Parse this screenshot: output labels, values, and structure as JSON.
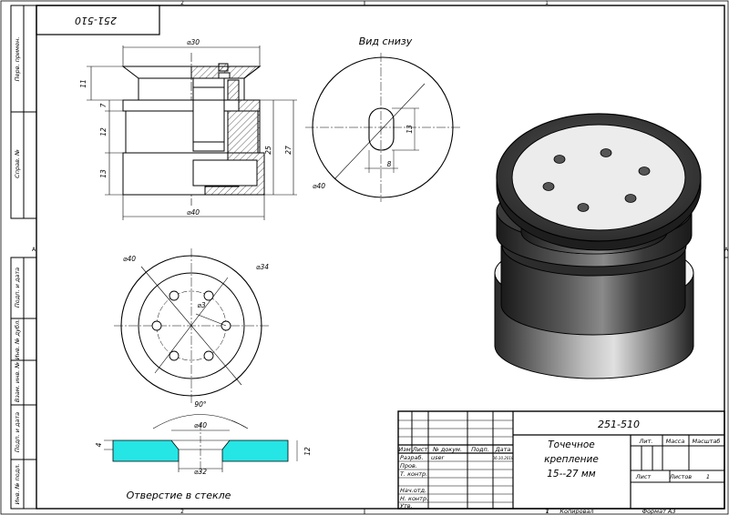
{
  "sheet": {
    "zone_top_left": "2",
    "zone_top_right": "1",
    "zone_bottom_left": "2",
    "zone_bottom_right": "1",
    "zone_left_a": "A",
    "zone_right_a": "A",
    "rotated_code": "251-510"
  },
  "left_strip": {
    "labels": [
      "Перв. примен.",
      "Справ. №",
      "Подп. и дата",
      "Инв. № дубл.",
      "Взам. инв. №",
      "Подп. и дата",
      "Инв. № подл."
    ]
  },
  "section_view": {
    "dims": {
      "top_diameter": "⌀30",
      "height_11": "11",
      "height_7": "7",
      "height_12": "12",
      "height_13": "13",
      "height_25": "25",
      "height_27": "27",
      "bottom_diameter": "⌀40"
    }
  },
  "bottom_view": {
    "title": "Вид снизу",
    "dims": {
      "diameter": "⌀40",
      "slot_height": "13",
      "slot_width": "8"
    }
  },
  "top_view": {
    "dims": {
      "outer": "⌀40",
      "inner": "⌀34",
      "holes": "⌀3"
    }
  },
  "glass_view": {
    "title": "Отверстие в стекле",
    "dims": {
      "angle": "90°",
      "top_diameter": "⌀40",
      "thickness_left": "4",
      "thickness_right": "12",
      "bottom_diameter": "⌀32"
    },
    "glass_color": "#26e5e5"
  },
  "title_block": {
    "designation": "251-510",
    "name_line1": "Точечное",
    "name_line2": "крепление",
    "name_line3": "15--27 мм",
    "header_izm": "Изм",
    "header_list": "Лист",
    "header_doc": "№ докум.",
    "header_podp": "Подп.",
    "header_data": "Дата",
    "role_razrab": "Разраб.",
    "role_prov": "Пров.",
    "role_tkontr": "Т. контр.",
    "role_nach": "Нач.отд.",
    "role_nkontr": "Н. контр.",
    "role_utv": "Утв.",
    "developer": "user",
    "dev_date": "06.10.2018",
    "lit_label": "Лит.",
    "massa_label": "Масса",
    "scale_label": "Масштаб",
    "sheet_label": "Лист",
    "sheets_label": "Листов",
    "sheets_count": "1",
    "footer_page": "1",
    "footer_copied": "Копировал",
    "footer_format": "Формат А3"
  }
}
